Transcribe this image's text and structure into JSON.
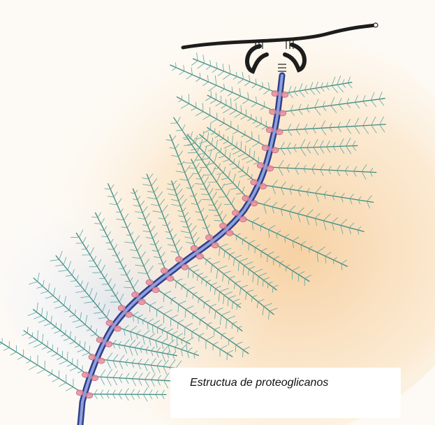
{
  "figure": {
    "caption": "Estructua de proteoglicanos",
    "subject": "proteoglycan aggregate illustration",
    "colors": {
      "background_glow": "#f7d9b0",
      "background_haze": "#dfe6f2",
      "core_fill": "#6d7fc8",
      "core_outline": "#2f3f8a",
      "link_protein": "#e58ea0",
      "glycosaminoglycan_branch": "#3f8a7e",
      "bristle": "#5aa7a6",
      "collagen_fiber": "#1d1d1d"
    },
    "parts": [
      "collagen-fiber",
      "hyaluronic-acid-core",
      "link-protein",
      "core-protein-branch",
      "glycosaminoglycan-chain"
    ]
  }
}
